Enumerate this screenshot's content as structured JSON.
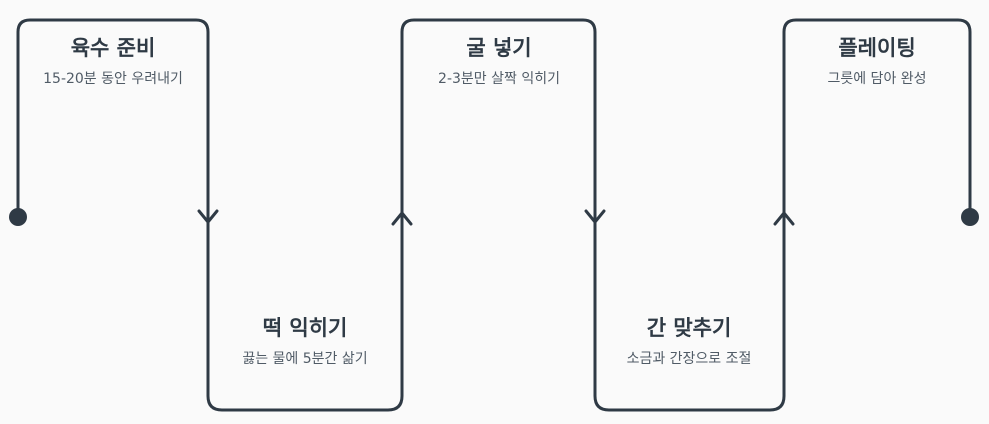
{
  "steps": [
    {
      "title": "육수 준비",
      "desc": "15-20분 동안 우려내기"
    },
    {
      "title": "떡 익히기",
      "desc": "끓는 물에 5분간 삶기"
    },
    {
      "title": "굴 넣기",
      "desc": "2-3분만 살짝 익히기"
    },
    {
      "title": "간 맞추기",
      "desc": "소금과 간장으로 조절"
    },
    {
      "title": "플레이팅",
      "desc": "그릇에 담아 완성"
    }
  ],
  "colors": {
    "line": "#2f3a45",
    "background": "#fafafa"
  }
}
